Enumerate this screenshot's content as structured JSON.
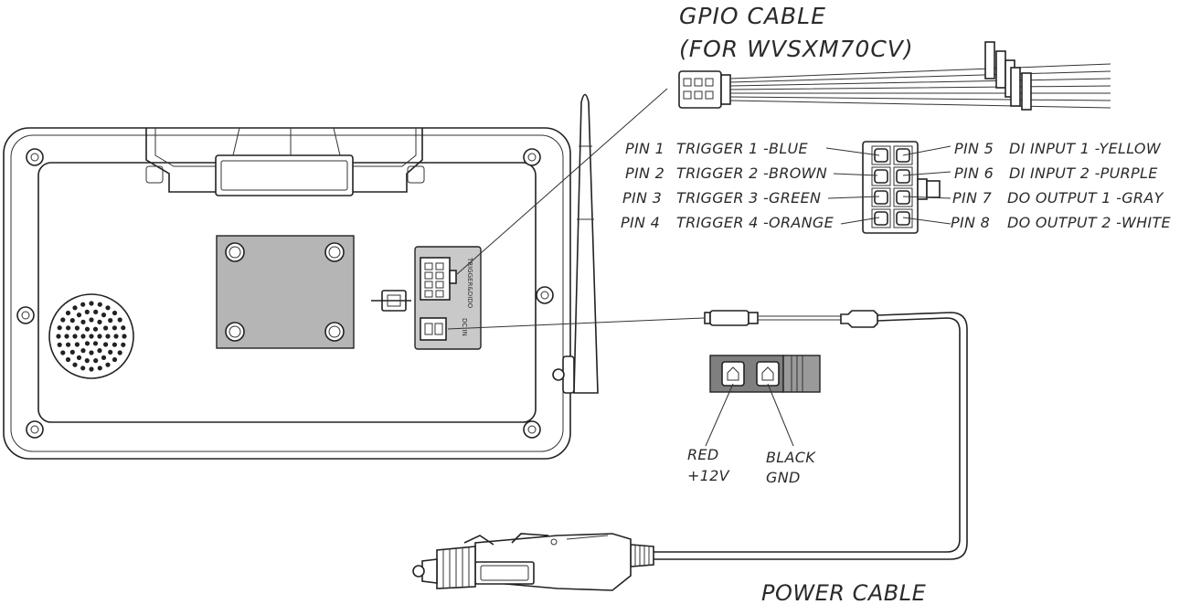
{
  "gpio": {
    "title_line1": "GPIO  CABLE",
    "title_line2": "(FOR WVSXM70CV)"
  },
  "pins": {
    "left": [
      {
        "pin": "PIN 1",
        "desc": "TRIGGER 1 -BLUE"
      },
      {
        "pin": "PIN 2",
        "desc": "TRIGGER 2 -BROWN"
      },
      {
        "pin": "PIN 3",
        "desc": "TRIGGER 3 -GREEN"
      },
      {
        "pin": "PIN 4",
        "desc": "TRIGGER 4 -ORANGE"
      }
    ],
    "right": [
      {
        "pin": "PIN 5",
        "desc": "DI INPUT 1 -YELLOW"
      },
      {
        "pin": "PIN 6",
        "desc": "DI INPUT 2 -PURPLE"
      },
      {
        "pin": "PIN 7",
        "desc": "DO OUTPUT 1  -GRAY"
      },
      {
        "pin": "PIN 8",
        "desc": "DO OUTPUT 2 -WHITE"
      }
    ]
  },
  "power_plug": {
    "red_line1": "RED",
    "red_line2": "+12V",
    "black_line1": "BLACK",
    "black_line2": "GND"
  },
  "power_cable_label": "POWER CABLE",
  "monitor_ports": {
    "gpio_port_label": "TRIGGER&DIDO",
    "dc_port_label": "DC IN"
  }
}
